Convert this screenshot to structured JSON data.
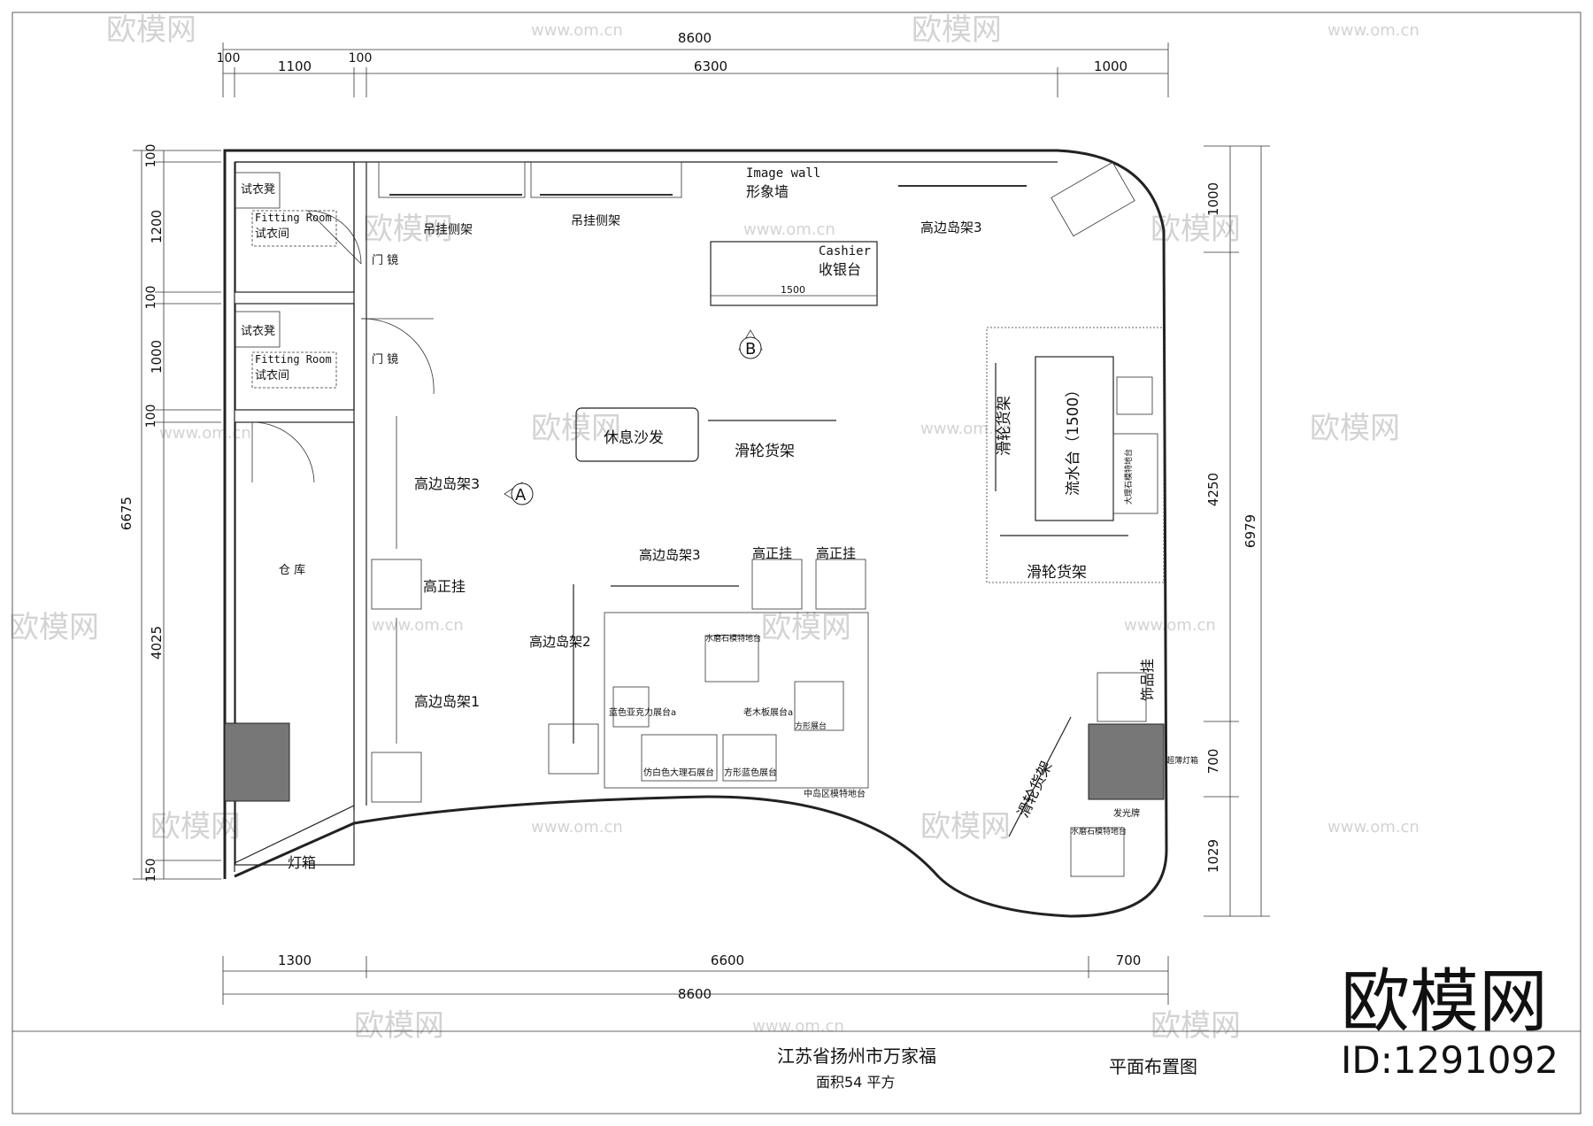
{
  "title_block": {
    "project": "江苏省扬州市万家福",
    "area": "面积54  平方",
    "drawing_name": "平面布置图"
  },
  "brand": {
    "name": "欧模网",
    "id": "ID:1291092",
    "watermark": "欧模网",
    "watermark_url": "www.om.cn"
  },
  "dimensions": {
    "top_total": "8600",
    "top_segments": [
      "100",
      "1100",
      "100",
      "6300",
      "1000"
    ],
    "bottom_segments": [
      "1300",
      "6600",
      "700"
    ],
    "bottom_total": "8600",
    "left_total": "6675",
    "left_segments": [
      "100",
      "1200",
      "100",
      "1000",
      "100",
      "4025",
      "150"
    ],
    "right_segments": [
      "1000",
      "4250",
      "700",
      "1029"
    ],
    "right_total": "6979",
    "cashier_width": "1500"
  },
  "rooms": {
    "fitting_room_en": "Fitting Room",
    "fitting_room_cn": "试衣间",
    "stool": "试衣凳",
    "mirror": "门 镜",
    "storage": "仓 库",
    "lightbox": "灯箱",
    "image_wall_en": "Image wall",
    "image_wall_cn": "形象墙",
    "cashier_en": "Cashier",
    "cashier_cn": "收银台"
  },
  "fixtures": {
    "hanging_side_rack_1": "吊挂侧架",
    "hanging_side_rack_2": "吊挂侧架",
    "high_island_3_top": "高边岛架3",
    "high_island_3_left": "高边岛架3",
    "high_island_3_center": "高边岛架3",
    "high_island_2": "高边岛架2",
    "high_island_1": "高边岛架1",
    "high_front_hang_left": "高正挂",
    "high_front_hang_a": "高正挂",
    "high_front_hang_b": "高正挂",
    "sofa": "休息沙发",
    "rolling_rack_center": "滑轮货架",
    "rolling_rack_right_v": "滑轮货架",
    "rolling_rack_right_h": "滑轮货架",
    "rolling_rack_bottom": "滑轮货架",
    "flow_table": "流水台（1500）",
    "marker_a": "A",
    "marker_b": "B",
    "center_island_platform": "中岛区模特地台",
    "marble_platform_top": "水磨石模特地台",
    "marble_platform_right": "大理石模特地台",
    "terrazzo_platform": "水磨石模特地台",
    "blue_acrylic": "蓝色亚克力展台a",
    "old_wood": "老木板展台a",
    "marble_white": "仿白色大理石展台",
    "square_blue": "方形蓝色展台",
    "square_table": "方形展台",
    "accessory_rack": "饰品挂",
    "ultra_thin_lightbox": "超薄灯箱",
    "light_sign": "发光牌"
  }
}
